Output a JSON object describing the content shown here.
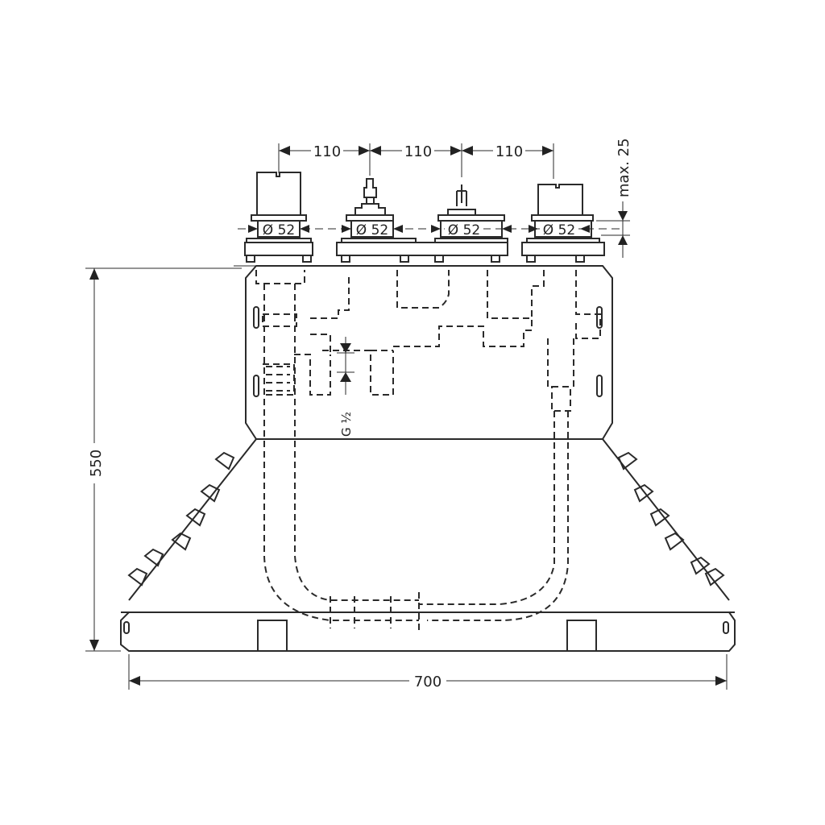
{
  "dimensions": {
    "spacing": [
      "110",
      "110",
      "110"
    ],
    "diameters": [
      "Ø 52",
      "Ø 52",
      "Ø 52",
      "Ø 52"
    ],
    "max_height": "max. 25",
    "height": "550",
    "width": "700",
    "thread": "G ½"
  }
}
